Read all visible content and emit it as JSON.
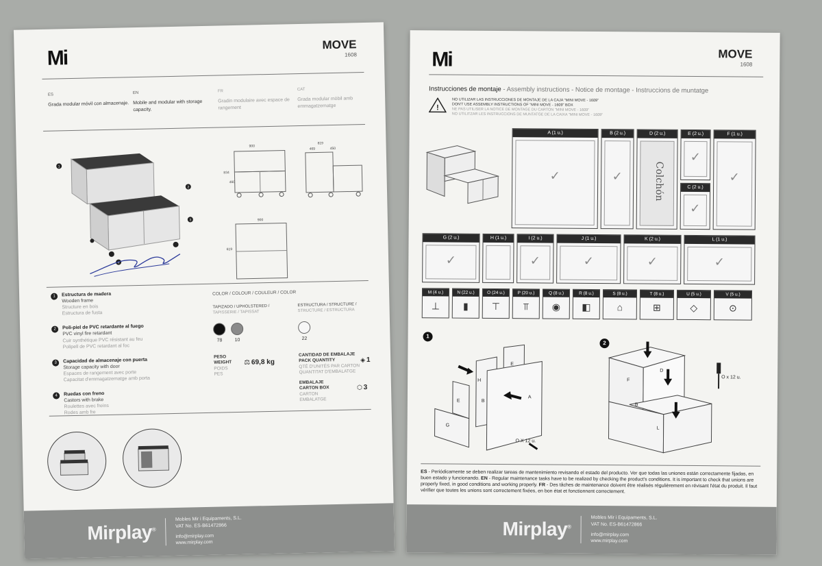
{
  "left_sheet": {
    "logo": "Mi",
    "model": {
      "name": "MOVE",
      "code": "1608"
    },
    "descriptions": [
      {
        "lang": "ES",
        "text": "Grada modular móvil con almacenaje."
      },
      {
        "lang": "EN",
        "text": "Mobile and modular with storage capacity."
      },
      {
        "lang": "FR",
        "text": "Gradin modulaire avec espace de rangement"
      },
      {
        "lang": "CAT",
        "text": "Grada modular mòbil amb emmagatzematge"
      }
    ],
    "dimensions": {
      "front_width": "900",
      "side_total": "819",
      "side_a": "469",
      "side_b": "450",
      "height": "834",
      "lower_height": "460",
      "top_width": "900",
      "top_depth": "619"
    },
    "callouts": [
      "1",
      "2",
      "3",
      "4"
    ],
    "legend": [
      {
        "num": "1",
        "es": "Estructura de madera",
        "en": "Wooden frame",
        "fr": "Structure en bois",
        "cat": "Estructura de fusta"
      },
      {
        "num": "2",
        "es": "Poli-piel de PVC retardante al fuego",
        "en": "PVC vinyl fire retardant",
        "fr": "Cuir synthétique PVC résistant au feu",
        "cat": "Polipell de PVC retardant al foc"
      },
      {
        "num": "3",
        "es": "Capacidad de almacenaje con puerta",
        "en": "Storage capacity with door",
        "fr": "Espaces de rangement avec porte",
        "cat": "Capacitat d'emmagatzematge amb porta"
      },
      {
        "num": "4",
        "es": "Ruedas con freno",
        "en": "Castors with brake",
        "fr": "Roulettes avec freins",
        "cat": "Rodes amb fre"
      }
    ],
    "color_header": "COLOR / COLOUR / COULEUR / COLOR",
    "upholstered": {
      "label": "TAPIZADO / UPHOLSTERED /",
      "label2": "TAPISSERIE / TAPISSAT",
      "swatches": [
        {
          "code": "78",
          "color": "#111111"
        },
        {
          "code": "10",
          "color": "#8a8a8a"
        }
      ]
    },
    "structure": {
      "label": "ESTRUCTURA / STRUCTURE /",
      "label2": "STRUCTURE / ESTRUCTURA",
      "swatches": [
        {
          "code": "22",
          "color": "#f7f7f7"
        }
      ]
    },
    "weight": {
      "es": "PESO",
      "en": "WEIGHT",
      "fr": "POIDS",
      "cat": "PES",
      "value": "69,8 kg"
    },
    "pack_qty": {
      "es": "CANTIDAD DE EMBALAJE",
      "en": "PACK QUANTITY",
      "fr": "QTÉ D'UNITÉS PAR CARTON",
      "cat": "QUANTITAT D'EMBALATGE",
      "value": "1"
    },
    "carton": {
      "es": "EMBALAJE",
      "en": "CARTON BOX",
      "fr": "CARTON",
      "cat": "EMBALATGE",
      "value": "3"
    },
    "footer": {
      "brand": "Mirplay",
      "reg": "®",
      "company": "Mobles Mir i Equipaments, S.L.",
      "vat": "VAT No. ES-B61472866",
      "email": "info@mirplay.com",
      "web": "www.mirplay.com"
    }
  },
  "right_sheet": {
    "logo": "Mi",
    "model": {
      "name": "MOVE",
      "code": "1608"
    },
    "title_es": "Instrucciones de montaje",
    "title_rest": " - Assembly instructions - Notice de montage - Instruccions de muntatge",
    "warning_lines": [
      "NO UTILIZAR LAS INSTRUCCIONES DE MONTAJE DE LA CAJA \"MINI MOVE - 1609\"",
      "DON'T USE ASSEMBLY INSTRUCTIONS OF \"MINI MOVE - 1609\" BOX",
      "NE PAS UTILISER LA NOTICE DE MONTAGE DU CARTON \"MINI MOVE - 1609\"",
      "NO UTILITZAR LES INSTRUCCIONS DE MUNTATGE DE LA CAIXA \"MINI MOVE - 1609\""
    ],
    "parts": [
      "A (1 u.)",
      "B (2 u.)",
      "D (2 u.)",
      "E (2 u.)",
      "F (1 u.)",
      "C (2 u.)",
      "G (2 u.)",
      "H (1 u.)",
      "I (2 u.)",
      "J (1 u.)",
      "K (2 u.)",
      "L (1 u.)"
    ],
    "handwritten_note": "Colchón",
    "hardware": [
      "M (4 u.)",
      "N (22 u.)",
      "O (24 u.)",
      "P (20 u.)",
      "Q (8 u.)",
      "R (8 u.)",
      "S (8 u.)",
      "T (8 u.)",
      "U (5 u.)",
      "V (5 u.)"
    ],
    "steps": [
      {
        "num": "1",
        "note": "O X 12 u.",
        "labels": [
          "H",
          "E",
          "E",
          "B",
          "A",
          "G"
        ]
      },
      {
        "num": "2",
        "note": "O x 12 u.",
        "labels": [
          "F",
          "D",
          "B",
          "L"
        ]
      }
    ],
    "maintenance": [
      {
        "lang": "ES",
        "text": "Periódicamente se deben realizar tareas de mantenimiento revisando el estado del producto. Ver que todas las uniones están correctamente fijadas, en buen estado y funcionando."
      },
      {
        "lang": "EN",
        "text": "Regular maintenance tasks have to be realized by checking the product's conditions. It is important to check that unions are properly fixed, in good conditions and working properly."
      },
      {
        "lang": "FR",
        "text": "Des tâches de maintenance doivent être réalisés régulièrement en révisant l'état du produit. Il faut vérifier que toutes les unions sont correctement fixées, en bon état et fonctionnent correctement."
      }
    ],
    "footer": {
      "brand": "Mirplay",
      "reg": "®",
      "company": "Mobles Mir i Equipaments, S.L.",
      "vat": "VAT No. ES-B61472866",
      "email": "info@mirplay.com",
      "web": "www.mirplay.com"
    }
  }
}
